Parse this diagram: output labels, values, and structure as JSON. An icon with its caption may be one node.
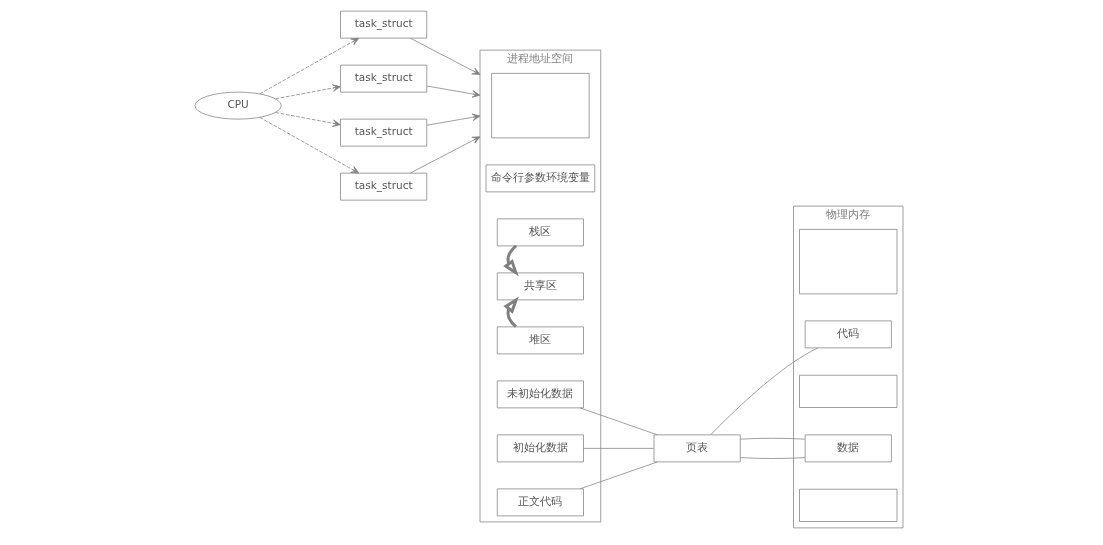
{
  "diagram": {
    "nodes": [
      {
        "text": [
          "CPU"
        ]
      },
      {
        "text": [
          "task_struct"
        ]
      },
      {
        "text": [
          "task_struct"
        ]
      },
      {
        "text": [
          "task_struct"
        ]
      },
      {
        "text": [
          "task_struct"
        ]
      },
      {
        "text": [
          "进程地址空间"
        ]
      },
      {
        "text": [],
        "shape": "box",
        "in": 5
      },
      {
        "text": [
          "命令行参数环境变量"
        ],
        "in": 5
      },
      {
        "text": [
          "栈区"
        ],
        "in": 5
      },
      {
        "text": [
          "共享区"
        ],
        "in": 5
      },
      {
        "text": [
          "堆区"
        ],
        "in": 5
      },
      {
        "text": [
          "未初始化数据"
        ],
        "in": 5
      },
      {
        "text": [
          "初始化数据"
        ],
        "in": 5
      },
      {
        "text": [
          "正文代码"
        ],
        "in": 5
      },
      {
        "text": [
          "页表"
        ]
      },
      {
        "text": [
          "物理内存"
        ]
      },
      {
        "text": [],
        "shape": "box",
        "in": 15
      },
      {
        "text": [
          "代码"
        ],
        "in": 15
      },
      {
        "text": [],
        "shape": "box",
        "in": 15
      },
      {
        "text": [
          "数据"
        ],
        "in": 15
      },
      {
        "text": [],
        "shape": "box",
        "in": 15
      }
    ],
    "edges": [
      {
        "from": 0,
        "to": 1,
        "arrow": "to",
        "style": "dashed"
      },
      {
        "from": 0,
        "to": 2,
        "arrow": "to",
        "style": "dashed"
      },
      {
        "from": 0,
        "to": 3,
        "arrow": "to",
        "style": "dashed"
      },
      {
        "from": 0,
        "to": 4,
        "arrow": "to",
        "style": "dashed"
      },
      {
        "from": 1,
        "to": 5,
        "arrow": "to"
      },
      {
        "from": 2,
        "to": 5,
        "arrow": "to"
      },
      {
        "from": 3,
        "to": 5,
        "arrow": "to"
      },
      {
        "from": 4,
        "to": 5,
        "arrow": "to"
      },
      {
        "from": 8,
        "to": 9,
        "arrow": "to",
        "style": "thick"
      },
      {
        "from": 10,
        "to": 9,
        "arrow": "to",
        "style": "thick"
      },
      {
        "from": 11,
        "to": 14,
        "arrow": "none"
      },
      {
        "from": 12,
        "to": 14,
        "arrow": "none"
      },
      {
        "from": 13,
        "to": 14,
        "arrow": "none"
      },
      {
        "from": 14,
        "to": 17,
        "arrow": "none"
      },
      {
        "from": 14,
        "to": 19,
        "arrow": "none"
      },
      {
        "from": 14,
        "to": 19,
        "arrow": "none"
      }
    ]
  }
}
